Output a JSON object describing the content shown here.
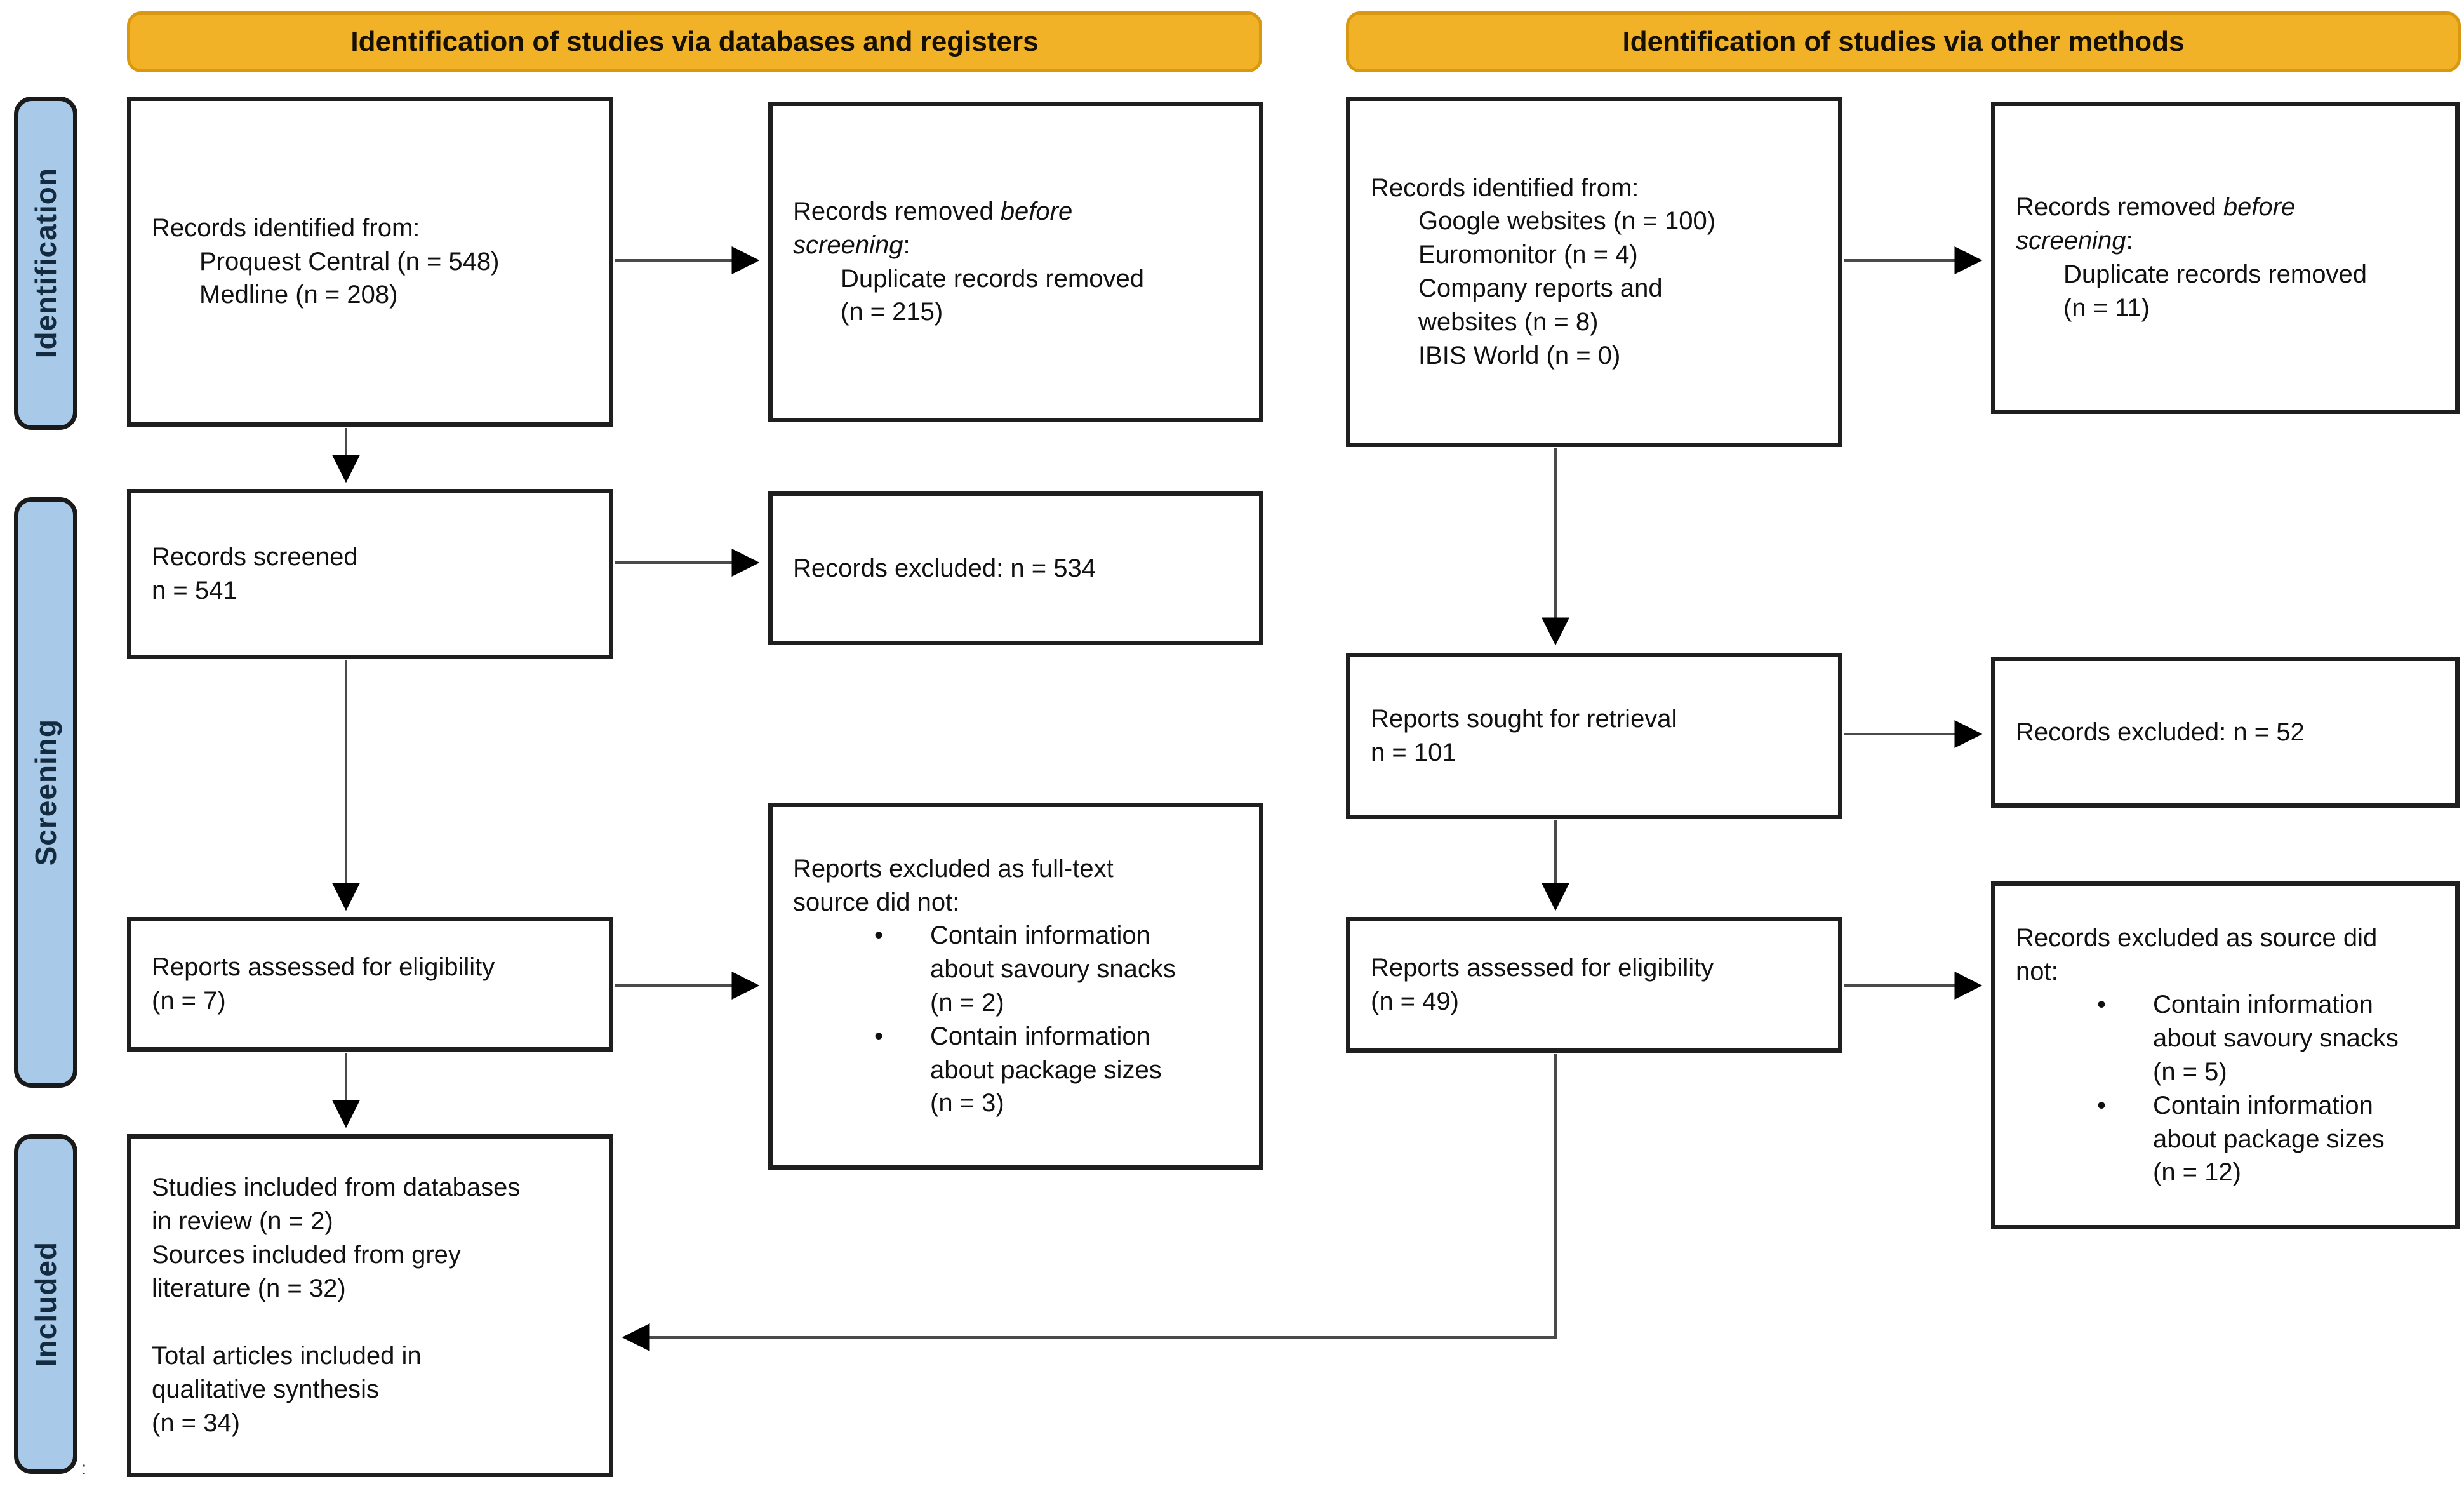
{
  "colors": {
    "banner_bg": "#F2B227",
    "banner_border": "#D9980F",
    "sidebar_bg": "#A9C9E9",
    "sidebar_text": "#142A3F",
    "box_border": "#1F1F1F",
    "arrow_line": "#4A4A4A",
    "arrow_head": "#000000"
  },
  "banners": {
    "databases": "Identification of studies via databases and registers",
    "other": "Identification of studies via other methods"
  },
  "sidebar": {
    "identification": "Identification",
    "screening": "Screening",
    "included": "Included"
  },
  "left": {
    "identified": {
      "heading": "Records identified from:",
      "lines": [
        "Proquest Central (n = 548)",
        "Medline (n = 208)"
      ]
    },
    "removed": {
      "prefix": "Records removed",
      "italic1": "before",
      "italic2": "screening",
      "suffix": ":",
      "lines": [
        "Duplicate records removed",
        "(n = 215)"
      ]
    },
    "screened": {
      "lines": [
        "Records screened",
        "n = 541"
      ]
    },
    "excluded": {
      "text": "Records excluded: n = 534"
    },
    "assessed": {
      "lines": [
        "Reports assessed for eligibility",
        "(n = 7)"
      ]
    },
    "ft_excluded": {
      "heading_lines": [
        "Reports excluded as full-text",
        "source did not:"
      ],
      "bullet_glyph": "•",
      "bullet1": [
        "Contain information",
        "about savoury snacks",
        "(n = 2)"
      ],
      "bullet2": [
        "Contain information",
        "about package sizes",
        "(n = 3)"
      ]
    },
    "included": {
      "lines": [
        "Studies included from databases",
        "in review (n = 2)",
        "Sources included from grey",
        "literature (n = 32)",
        "Total articles included in",
        "qualitative synthesis",
        "(n = 34)"
      ]
    }
  },
  "right": {
    "identified": {
      "heading": "Records identified from:",
      "lines": [
        "Google websites (n = 100)",
        "Euromonitor (n = 4)",
        "Company reports and",
        "websites (n = 8)",
        "IBIS World (n = 0)"
      ]
    },
    "removed": {
      "prefix": "Records removed",
      "italic1": "before",
      "italic2": "screening",
      "suffix": ":",
      "lines": [
        "Duplicate records removed",
        "(n = 11)"
      ]
    },
    "sought": {
      "lines": [
        "Reports sought for retrieval",
        "n = 101"
      ]
    },
    "excluded": {
      "text": "Records excluded: n = 52"
    },
    "assessed": {
      "lines": [
        "Reports assessed for eligibility",
        "(n = 49)"
      ]
    },
    "src_excluded": {
      "heading_lines": [
        "Records excluded as source did",
        "not:"
      ],
      "bullet_glyph": "•",
      "bullet1": [
        "Contain information",
        "about savoury snacks",
        "(n = 5)"
      ],
      "bullet2": [
        "Contain information",
        "about package sizes",
        "(n = 12)"
      ]
    }
  },
  "footnote_mark": ":"
}
